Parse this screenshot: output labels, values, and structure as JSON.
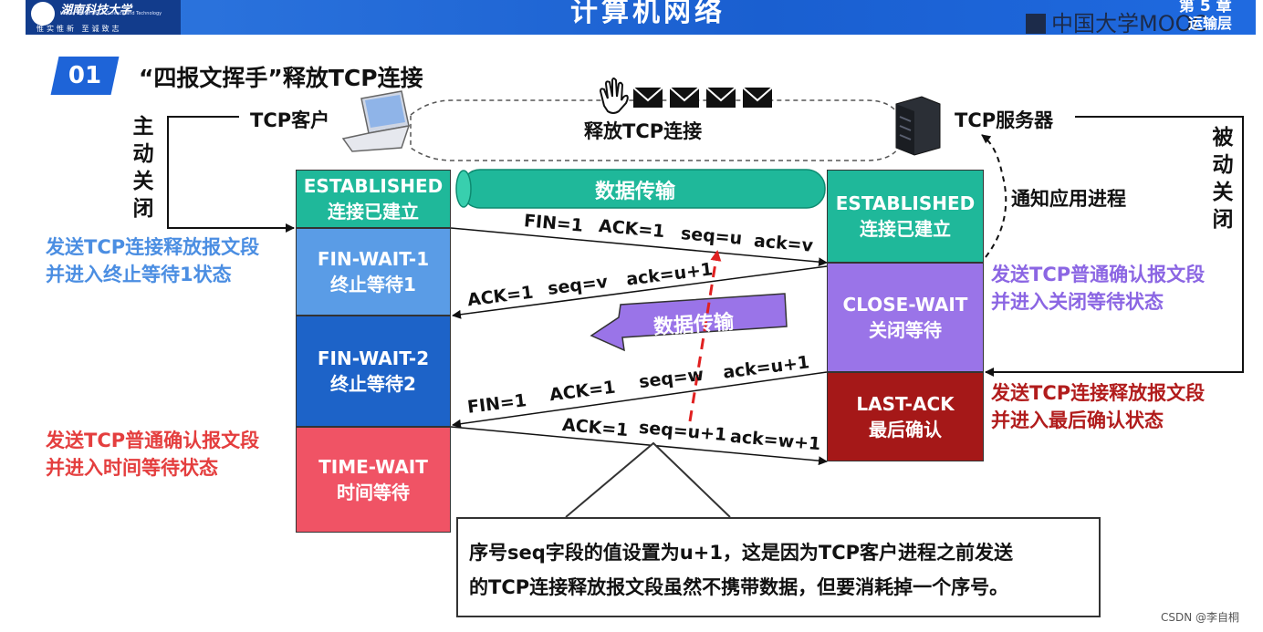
{
  "header": {
    "university_name": "湖南科技大学",
    "university_en": "Hunan University of Science and Technology",
    "motto": "惟实惟新 至诚致志",
    "course_title": "计算机网络",
    "mooc_brand": "中国大学MOOC",
    "chapter": "第 5 章",
    "layer": "运输层"
  },
  "section": {
    "number": "01",
    "title": "“四报文挥手”释放TCP连接"
  },
  "client": {
    "label": "TCP客户",
    "active_close_chars": [
      "主",
      "动",
      "关",
      "闭"
    ]
  },
  "server": {
    "label": "TCP服务器",
    "passive_close_chars": [
      "被",
      "动",
      "关",
      "闭"
    ],
    "notify_app": "通知应用进程"
  },
  "release_label": "释放TCP连接",
  "client_states": [
    {
      "en": "ESTABLISHED",
      "zh": "连接已建立",
      "color": "#1fb89a"
    },
    {
      "en": "FIN-WAIT-1",
      "zh": "终止等待1",
      "color": "#5a9ce6"
    },
    {
      "en": "FIN-WAIT-2",
      "zh": "终止等待2",
      "color": "#1d63c8"
    },
    {
      "en": "TIME-WAIT",
      "zh": "时间等待",
      "color": "#f05365"
    }
  ],
  "server_states": [
    {
      "en": "ESTABLISHED",
      "zh": "连接已建立",
      "color": "#1fb89a"
    },
    {
      "en": "CLOSE-WAIT",
      "zh": "关闭等待",
      "color": "#9a74e8"
    },
    {
      "en": "LAST-ACK",
      "zh": "最后确认",
      "color": "#a51818"
    }
  ],
  "data_transfer_label": "数据传输",
  "data_transfer_label_2": "数据传输",
  "messages": {
    "m1": {
      "fin": "FIN=1",
      "ack": "ACK=1",
      "seq": "seq=u",
      "ackno": "ack=v"
    },
    "m2": {
      "ack": "ACK=1",
      "seq": "seq=v",
      "ackno": "ack=u+1"
    },
    "m3": {
      "fin": "FIN=1",
      "ack": "ACK=1",
      "seq": "seq=w",
      "ackno": "ack=u+1"
    },
    "m4": {
      "ack": "ACK=1",
      "seq": "seq=u+1",
      "ackno": "ack=w+1"
    }
  },
  "annotations": {
    "client_send_fin": [
      "发送TCP连接释放报文段",
      "并进入终止等待1状态"
    ],
    "server_send_ack": [
      "发送TCP普通确认报文段",
      "并进入关闭等待状态"
    ],
    "server_send_fin": [
      "发送TCP连接释放报文段",
      "并进入最后确认状态"
    ],
    "client_send_ack": [
      "发送TCP普通确认报文段",
      "并进入时间等待状态"
    ]
  },
  "note": [
    "序号seq字段的值设置为u+1，这是因为TCP客户进程之前发送",
    "的TCP连接释放报文段虽然不携带数据，但要消耗掉一个序号。"
  ],
  "watermark": "CSDN @李自桐"
}
